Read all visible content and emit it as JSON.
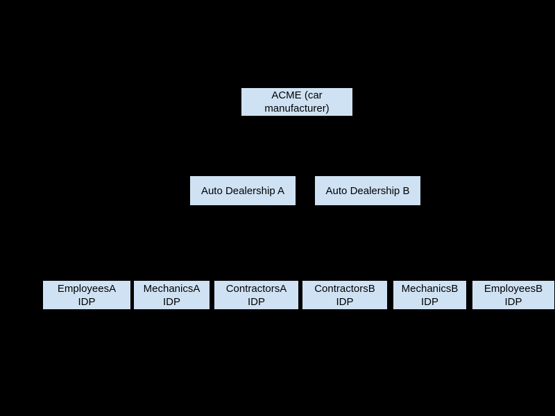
{
  "diagram": {
    "colors": {
      "canvas_background": "#000000",
      "node_fill": "#cfe2f3",
      "node_text": "#000000"
    },
    "nodes": {
      "acme": {
        "line1": "ACME (car",
        "line2": "manufacturer)"
      },
      "dealership_a": {
        "line1": "Auto Dealership A"
      },
      "dealership_b": {
        "line1": "Auto Dealership B"
      },
      "employees_a": {
        "line1": "EmployeesA",
        "line2": "IDP"
      },
      "mechanics_a": {
        "line1": "MechanicsA",
        "line2": "IDP"
      },
      "contractors_a": {
        "line1": "ContractorsA",
        "line2": "IDP"
      },
      "contractors_b": {
        "line1": "ContractorsB",
        "line2": "IDP"
      },
      "mechanics_b": {
        "line1": "MechanicsB",
        "line2": "IDP"
      },
      "employees_b": {
        "line1": "EmployeesB",
        "line2": "IDP"
      }
    }
  }
}
